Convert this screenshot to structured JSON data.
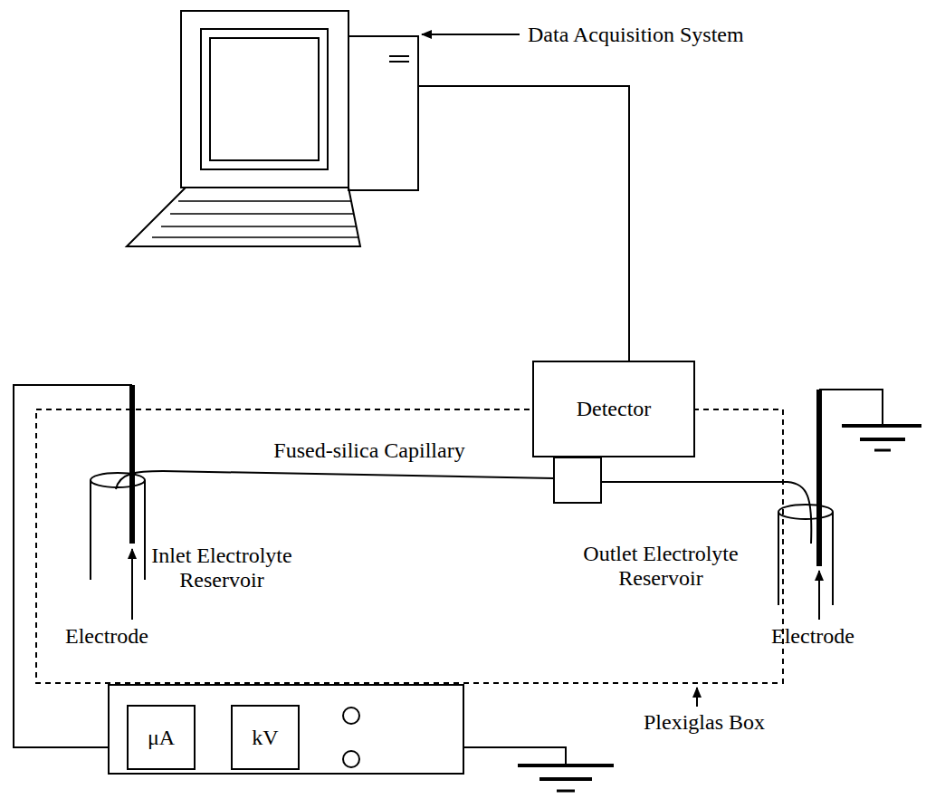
{
  "diagram": {
    "nodes": [
      {
        "text": [
          "Detector"
        ]
      },
      {
        "text": [
          "μA"
        ]
      },
      {
        "text": [
          "kV"
        ]
      }
    ],
    "labels": [
      "Data Acquisition System",
      "Fused-silica Capillary",
      "Inlet Electrolyte Reservoir",
      "Outlet Electrolyte Reservoir",
      "Electrode",
      "Electrode",
      "Plexiglas Box"
    ]
  }
}
